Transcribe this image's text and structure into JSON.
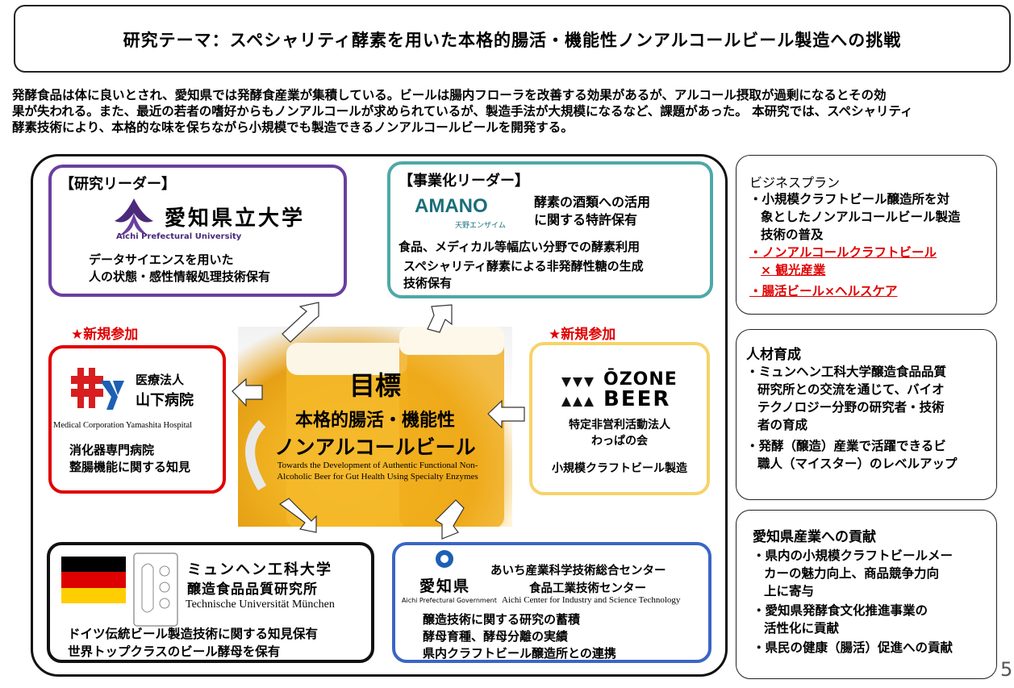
{
  "title": "研究テーマ：スペシャリティ酵素を用いた本格的腸活・機能性ノンアルコールビール製造への挑戦",
  "intro": {
    "line1": "発酵食品は体に良いとされ、愛知県では発酵食産業が集積している。ビールは腸内フローラを改善する効果があるが、アルコール摂取が過剰になるとその効",
    "line2": "果が失われる。また、最近の若者の嗜好からもノンアルコールが求められているが、製造手法が大規模になるなど、課題があった。 本研究では、スペシャリティ",
    "line3": "酵素技術により、本格的な味を保ちながら小規模でも製造できるノンアルコールビールを開発する。"
  },
  "colors": {
    "purple": "#6a3fa0",
    "teal": "#4fa8a8",
    "red": "#e00000",
    "yellow": "#f6d36a",
    "black": "#111111",
    "blue": "#3a66c4"
  },
  "research_leader": {
    "header": "【研究リーダー】",
    "org_jp": "愛知県立大学",
    "org_en": "Aichi Prefectural University",
    "line1": "データサイエンスを用いた",
    "line2": "人の状態・感性情報処理技術保有"
  },
  "business_leader": {
    "header": "【事業化リーダー】",
    "logo_text": "AMANO",
    "logo_sub": "天野エンザイム",
    "side1": "酵素の酒類への活用",
    "side2": "に関する特許保有",
    "line1": "食品、メディカル等幅広い分野での酵素利用",
    "line2": "スペシャリティ酵素による非発酵性糖の生成",
    "line3": "技術保有"
  },
  "new_label_left": "★新規参加",
  "new_label_right": "★新規参加",
  "hospital": {
    "name1": "医療法人",
    "name2": "山下病院",
    "en": "Medical Corporation Yamashita Hospital",
    "line1": "消化器専門病院",
    "line2": "整腸機能に関する知見"
  },
  "ozone": {
    "logo1": "ŌZONE",
    "logo2": "BEER",
    "org1": "特定非営利活動法人",
    "org2": "わっぱの会",
    "line1": "小規模クラフトビール製造"
  },
  "goal": {
    "label": "目標",
    "line1": "本格的腸活・機能性",
    "line2": "ノンアルコールビール",
    "en1": "Towards the Development of Authentic Functional Non-",
    "en2": "Alcoholic Beer for Gut Health Using Specialty Enzymes"
  },
  "tum": {
    "name1": "ミュンヘン工科大学",
    "name2": "醸造食品品質研究所",
    "en": "Technische Universität München",
    "line1": "ドイツ伝統ビール製造技術に関する知見保有",
    "line2": "世界トップクラスのビール酵母を保有"
  },
  "aichi": {
    "pref": "愛知県",
    "pref_en": "Aichi Prefectural Government",
    "center1": "あいち産業科学技術総合センター",
    "center2": "食品工業技術センター",
    "center_en": "Aichi Center for Industry and Science Technology",
    "line1": "醸造技術に関する研究の蓄積",
    "line2": "酵母育種、酵母分離の実績",
    "line3": "県内クラフトビール醸造所との連携"
  },
  "business_plan": {
    "title": "ビジネスプラン",
    "l1": "・小規模クラフトビール醸造所を対",
    "l2": "象としたノンアルコールビール製造",
    "l3": "技術の普及",
    "l4": "・ノンアルコールクラフトビール",
    "l5": "× 観光産業",
    "l6": "・腸活ビール×ヘルスケア"
  },
  "hr": {
    "title": "人材育成",
    "l1": "・ミュンヘン工科大学醸造食品品質",
    "l2": "研究所との交流を通じて、バイオ",
    "l3": "テクノロジー分野の研究者・技術",
    "l4": "者の育成",
    "l5": "・発酵（醸造）産業で活躍できるビ",
    "l6": "職人（マイスター）のレベルアップ"
  },
  "contribution": {
    "title": "愛知県産業への貢献",
    "l1": "・県内の小規模クラフトビールメー",
    "l2": "カーの魅力向上、商品競争力向",
    "l3": "上に寄与",
    "l4": "・愛知県発酵食文化推進事業の",
    "l5": "活性化に貢献",
    "l6": "・県民の健康（腸活）促進への貢献"
  },
  "page_number": "5"
}
